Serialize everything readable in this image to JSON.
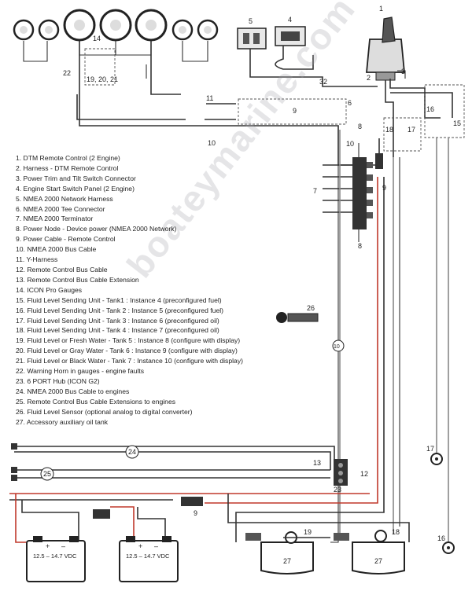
{
  "legend": [
    "1.  DTM Remote Control (2 Engine)",
    "2.  Harness - DTM Remote Control",
    "3.  Power Trim and Tilt Switch Connector",
    "4.  Engine Start Switch Panel (2 Engine)",
    "5.  NMEA 2000 Network Harness",
    "6.  NMEA 2000 Tee Connector",
    "7.  NMEA 2000 Terminator",
    "8.  Power Node - Device power (NMEA 2000 Network)",
    "9.  Power Cable - Remote Control",
    "10.  NMEA 2000 Bus Cable",
    "11.  Y-Harness",
    "12.  Remote Control Bus Cable",
    "13.  Remote Control Bus Cable Extension",
    "14.  ICON Pro Gauges",
    "15.  Fluid Level Sending Unit - Tank1 : Instance 4 (preconfigured fuel)",
    "16.  Fluid Level Sending Unit - Tank 2 : Instance 5 (preconfigured fuel)",
    "17.  Fluid Level Sending Unit - Tank 3 : Instance 6 (preconfigured oil)",
    "18.  Fluid Level Sending Unit - Tank 4 : Instance 7 (preconfigured oil)",
    "19.  Fluid Level or Fresh Water - Tank 5 : Instance 8 (configure with display)",
    "20.  Fluid Level or Gray Water - Tank 6 : Instance 9 (configure with display)",
    "21.  Fluid Level or Black Water - Tank 7 : Instance 10 (configure with display)",
    "22.  Warning Horn in gauges - engine faults",
    "23.  6 PORT Hub (ICON G2)",
    "24.  NMEA 2000 Bus Cable to engines",
    "25.  Remote Control Bus Cable Extensions to engines",
    "26.  Fluid Level Sensor (optional analog to digital converter)",
    "27.  Accessory auxiliary oil tank"
  ],
  "watermark": "boateymarine.com",
  "callouts": {
    "n1": "1",
    "n2": "2",
    "n3": "3",
    "n4": "4",
    "n5": "5",
    "n6": "6",
    "n7": "7",
    "n8a": "8",
    "n8b": "8",
    "n9a": "9",
    "n9b": "9",
    "n9c": "9",
    "n10a": "10",
    "n10b": "10",
    "n10c": "10",
    "n11": "11",
    "n12": "12",
    "n13": "13",
    "n14": "14",
    "n15": "15",
    "n16a": "16",
    "n16b": "16",
    "n17a": "17",
    "n17b": "17",
    "n18a": "18",
    "n18b": "18",
    "n19": "19",
    "n20": "19, 20, 21",
    "n22": "22",
    "n23": "23",
    "n24": "24",
    "n25": "25",
    "n26": "26",
    "n27a": "27",
    "n27b": "27",
    "n32": "32"
  },
  "batteries": [
    "12.5 – 14.7 VDC",
    "12.5 – 14.7 VDC"
  ],
  "battery_terminals": [
    "+",
    "–",
    "+",
    "–"
  ],
  "colors": {
    "wire": "#333333",
    "power": "#c0392b",
    "gray_wire": "#888888"
  }
}
